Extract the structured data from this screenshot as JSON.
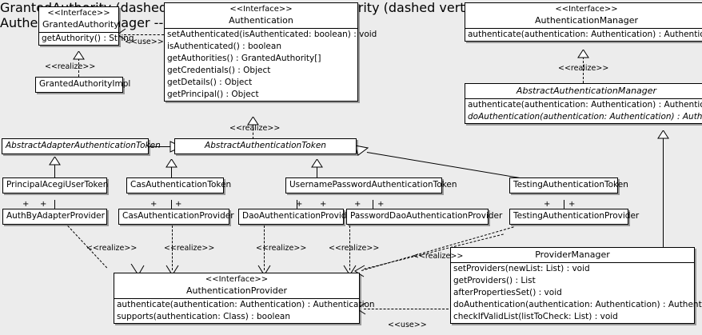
{
  "diagram": {
    "type": "uml-class-diagram",
    "background_color": "#ececec",
    "box_fill": "#ffffff",
    "line_color": "#000000"
  },
  "classes": {
    "granted_authority": {
      "stereotype": "<<Interface>>",
      "name": "GrantedAuthority",
      "operations": [
        "getAuthority() : String"
      ]
    },
    "granted_authority_impl": {
      "name": "GrantedAuthorityImpl"
    },
    "authentication": {
      "stereotype": "<<Interface>>",
      "name": "Authentication",
      "operations": [
        "setAuthenticated(isAuthenticated: boolean) : void",
        "isAuthenticated() : boolean",
        "getAuthorities() : GrantedAuthority[]",
        "getCredentials() : Object",
        "getDetails() : Object",
        "getPrincipal() : Object"
      ]
    },
    "authentication_manager": {
      "stereotype": "<<Interface>>",
      "name": "AuthenticationManager",
      "operations": [
        "authenticate(authentication: Authentication) : Authentication"
      ]
    },
    "abstract_authentication_manager": {
      "name": "AbstractAuthenticationManager",
      "abstract": true,
      "operations": [
        "authenticate(authentication: Authentication) : Authentication",
        "doAuthentication(authentication: Authentication) : Authentication"
      ]
    },
    "abstract_adapter_authentication_token": {
      "name": "AbstractAdapterAuthenticationToken",
      "abstract": true
    },
    "abstract_authentication_token": {
      "name": "AbstractAuthenticationToken",
      "abstract": true
    },
    "principal_acegi_user_token": {
      "name": "PrincipalAcegiUserToken"
    },
    "cas_authentication_token": {
      "name": "CasAuthenticationToken"
    },
    "username_password_authentication_token": {
      "name": "UsernamePasswordAuthenticationToken"
    },
    "testing_authentication_token": {
      "name": "TestingAuthenticationToken"
    },
    "auth_by_adapter_provider": {
      "name": "AuthByAdapterProvider"
    },
    "cas_authentication_provider": {
      "name": "CasAuthenticationProvider"
    },
    "dao_authentication_provider": {
      "name": "DaoAuthenticationProvider"
    },
    "password_dao_authentication_provider": {
      "name": "PasswordDaoAuthenticationProvider"
    },
    "testing_authentication_provider": {
      "name": "TestingAuthenticationProvider"
    },
    "authentication_provider": {
      "stereotype": "<<Interface>>",
      "name": "AuthenticationProvider",
      "operations": [
        "authenticate(authentication: Authentication) : Authentication",
        "supports(authentication: Class) : boolean"
      ]
    },
    "provider_manager": {
      "name": "ProviderManager",
      "operations": [
        "setProviders(newList: List) : void",
        "getProviders() : List",
        "afterPropertiesSet() : void",
        "doAuthentication(authentication: Authentication) : Authentication",
        "checkIfValidList(listToCheck: List) : void"
      ]
    }
  },
  "edge_labels": {
    "use_authentication_granted_authority": "<<use>>",
    "realize_granted_authority_impl": "<<realize>>",
    "realize_abstract_authentication_token": "<<realize>>",
    "realize_abstract_authentication_manager": "<<realize>>",
    "realize_auth_by_adapter": "<<realize>>",
    "realize_cas_provider": "<<realize>>",
    "realize_dao_provider": "<<realize>>",
    "realize_password_dao_provider": "<<realize>>",
    "realize_provider_manager": "<<realize>>",
    "use_provider_manager_authentication_provider": "<<use>>"
  },
  "association_markers": {
    "plus": "+"
  }
}
